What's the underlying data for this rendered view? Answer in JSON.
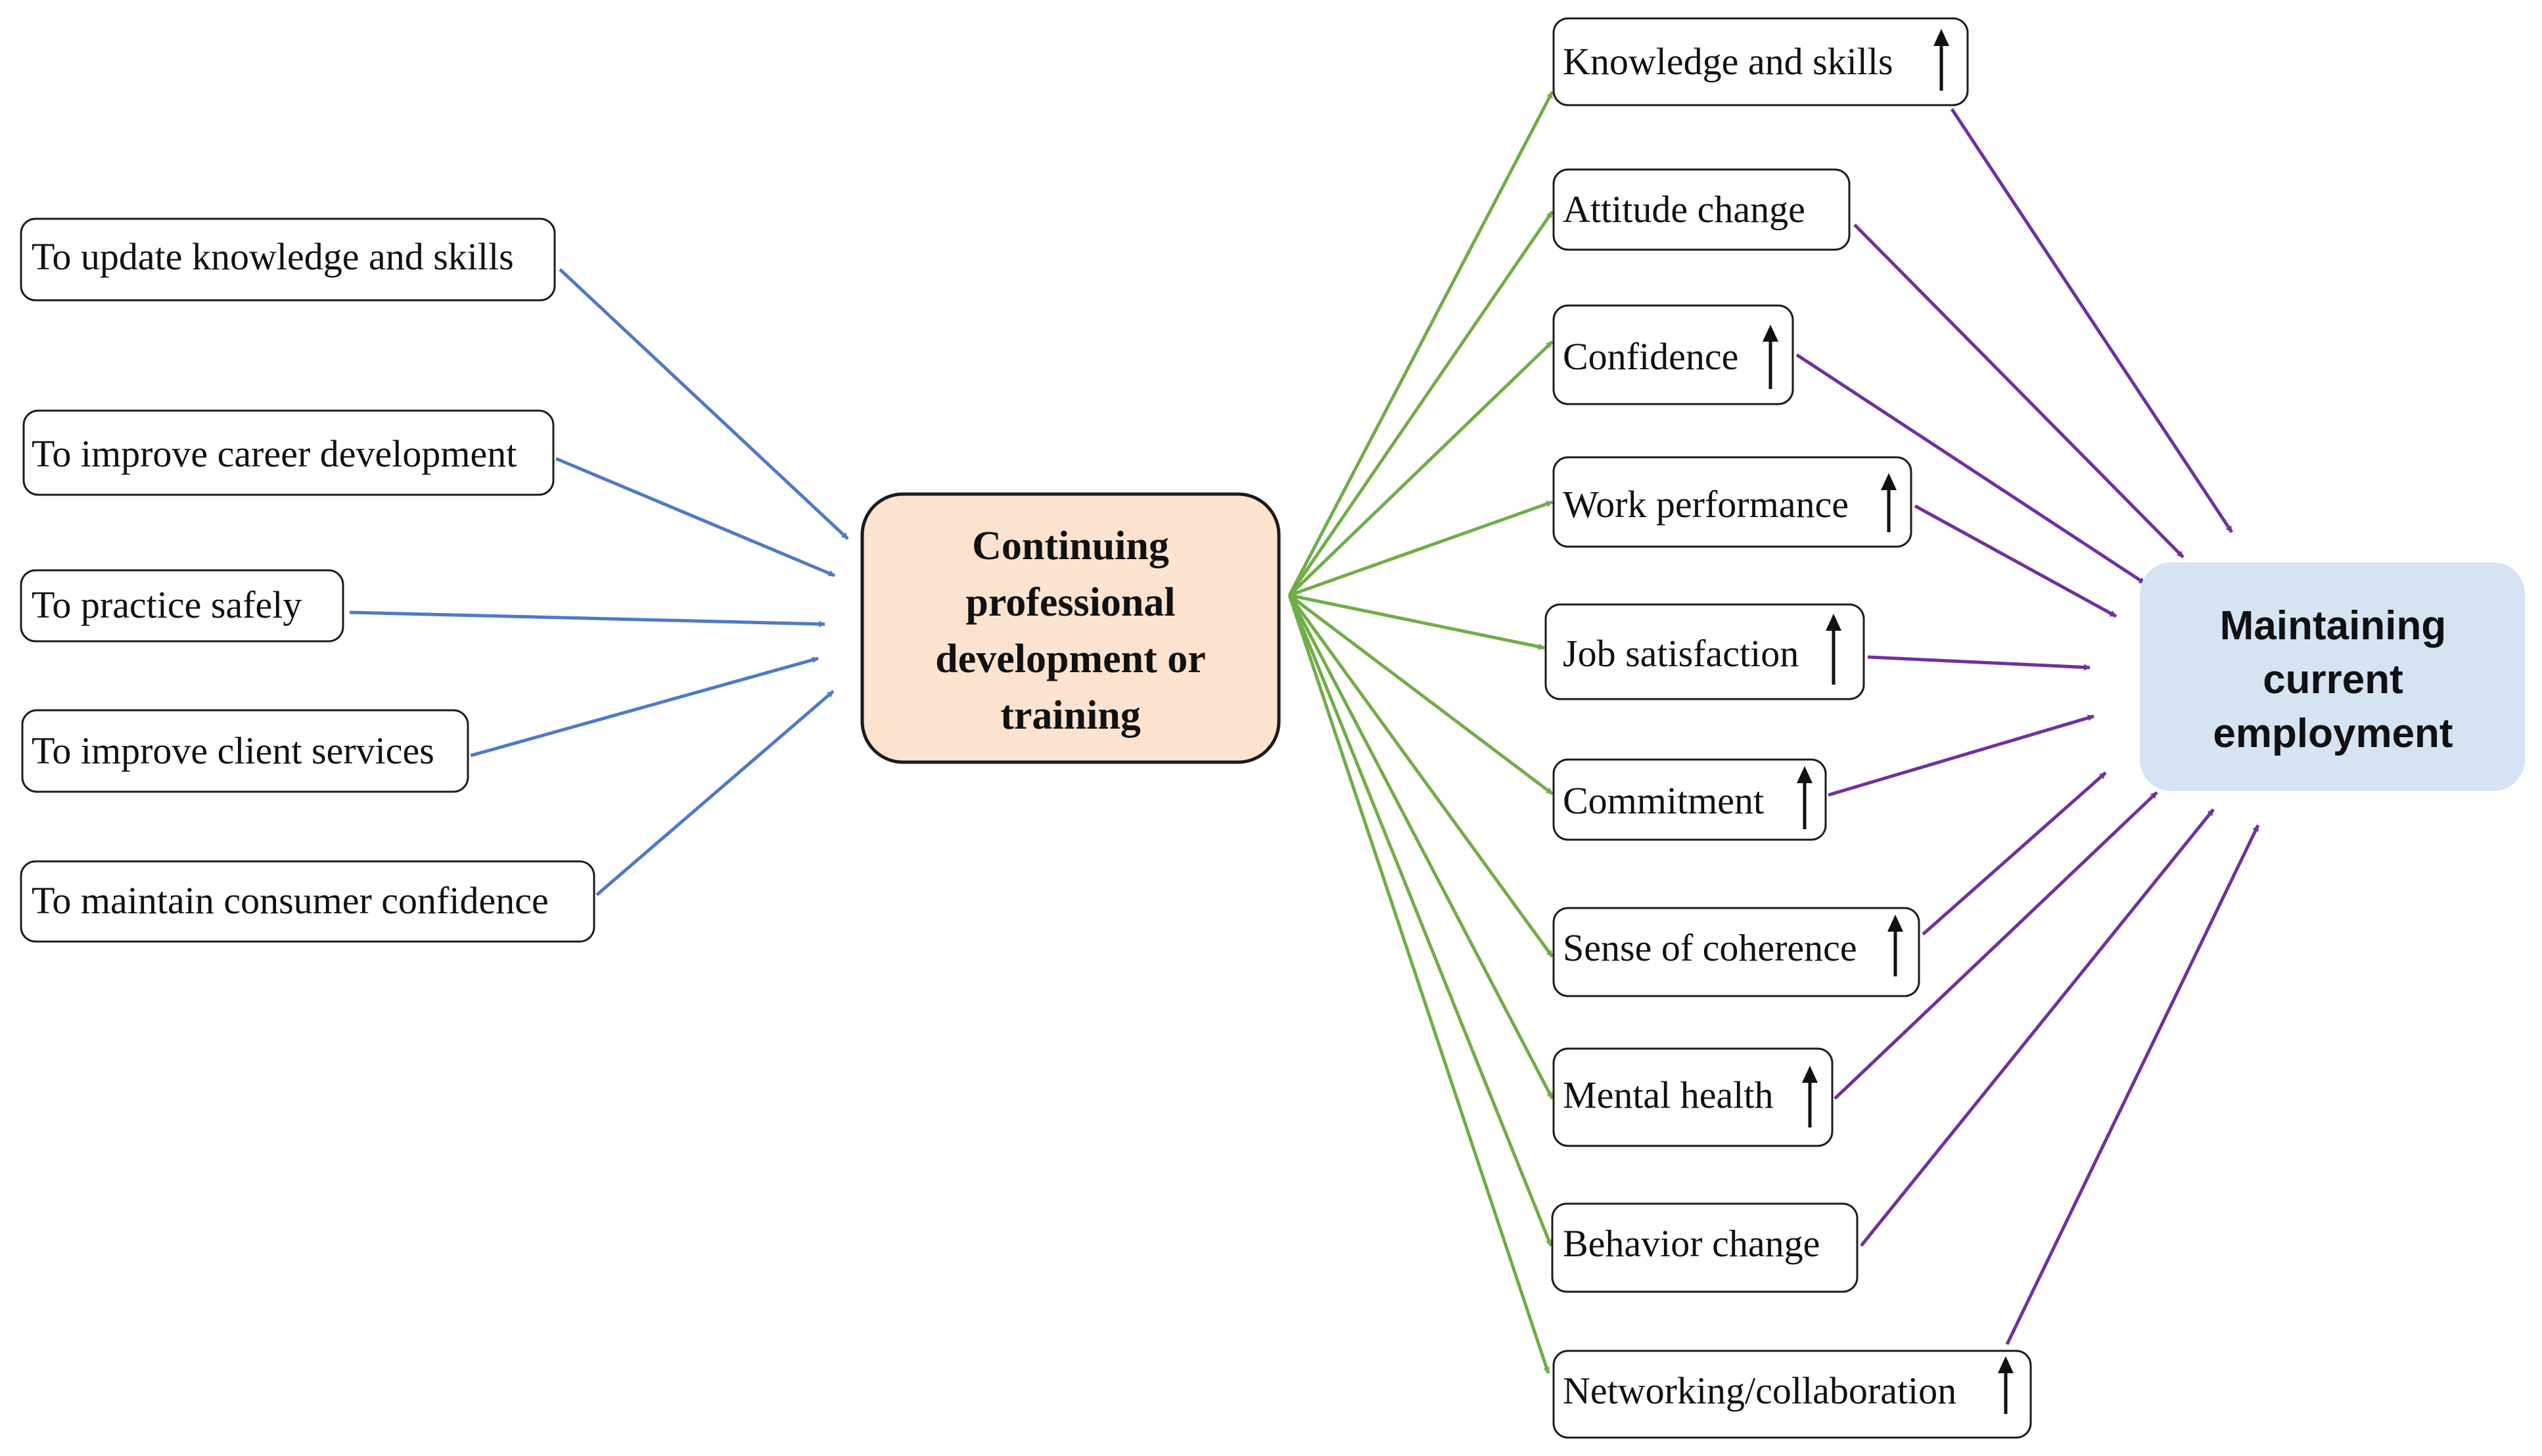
{
  "colors": {
    "reason_arrow": "#4e7ac7",
    "effect_arrow": "#70ad47",
    "outcome_arrow": "#7030a0",
    "center_fill": "#fbe3cf",
    "outcome_fill": "#d6e3f2",
    "up_arrow": "#111111"
  },
  "center_node": {
    "lines": [
      "Continuing",
      "professional",
      "development or",
      "training"
    ]
  },
  "outcome_node": {
    "lines": [
      "Maintaining",
      "current",
      "employment"
    ]
  },
  "reasons": [
    {
      "label": "To update knowledge and skills"
    },
    {
      "label": "To improve career development"
    },
    {
      "label": "To practice safely"
    },
    {
      "label": "To improve client services"
    },
    {
      "label": "To maintain consumer confidence"
    }
  ],
  "effects": [
    {
      "label": "Knowledge and skills",
      "increase": true,
      "icon": "up-arrow-icon"
    },
    {
      "label": "Attitude change",
      "increase": false
    },
    {
      "label": "Confidence",
      "increase": true,
      "icon": "up-arrow-icon"
    },
    {
      "label": "Work performance",
      "increase": true,
      "icon": "up-arrow-icon"
    },
    {
      "label": "Job satisfaction",
      "increase": true,
      "icon": "up-arrow-icon"
    },
    {
      "label": "Commitment",
      "increase": true,
      "icon": "up-arrow-icon"
    },
    {
      "label": "Sense of coherence",
      "increase": true,
      "icon": "up-arrow-icon"
    },
    {
      "label": "Mental health",
      "increase": true,
      "icon": "up-arrow-icon"
    },
    {
      "label": "Behavior change",
      "increase": false
    },
    {
      "label": "Networking/collaboration",
      "increase": true,
      "icon": "up-arrow-icon"
    }
  ]
}
